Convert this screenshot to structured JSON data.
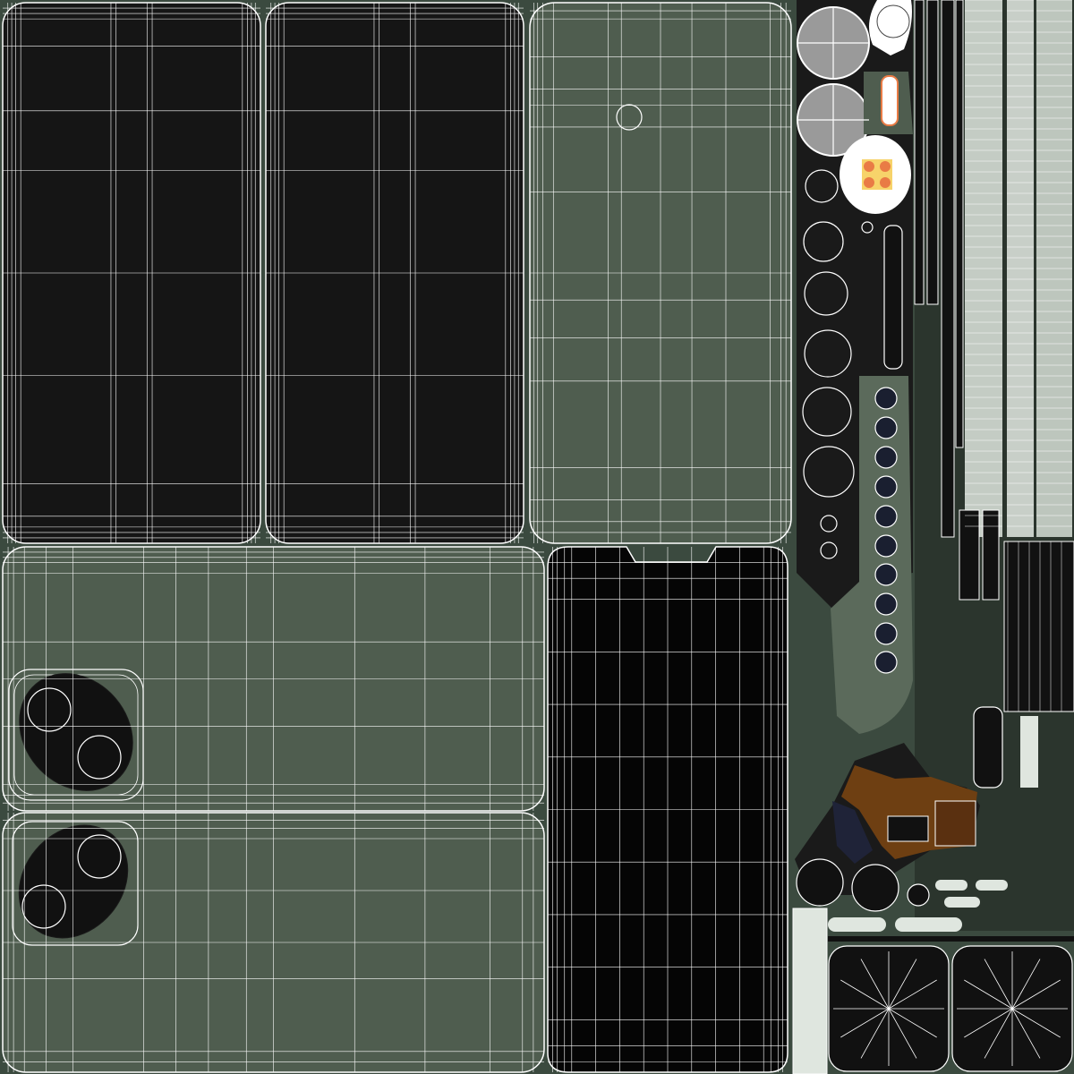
{
  "palette": {
    "background": "#3b4a3f",
    "panel_green": "#4f5d4f",
    "panel_dark": "#151515",
    "panel_black": "#050505",
    "wire": "#ffffff",
    "lens_gray": "#9a9a9a",
    "strip_light": "#dfe6df",
    "brown": "#6e3f12",
    "navy": "#1f2338",
    "flash_yellow": "#f7d36a",
    "flash_orange": "#e97b45"
  },
  "islands": [
    {
      "name": "back-glass-dark-left"
    },
    {
      "name": "back-glass-dark-right"
    },
    {
      "name": "back-panel-green-top"
    },
    {
      "name": "camera-panel-upper"
    },
    {
      "name": "camera-panel-lower"
    },
    {
      "name": "screen-panel-black"
    },
    {
      "name": "lens-column"
    },
    {
      "name": "button-strip-column"
    },
    {
      "name": "bottom-camera-bumps"
    }
  ]
}
